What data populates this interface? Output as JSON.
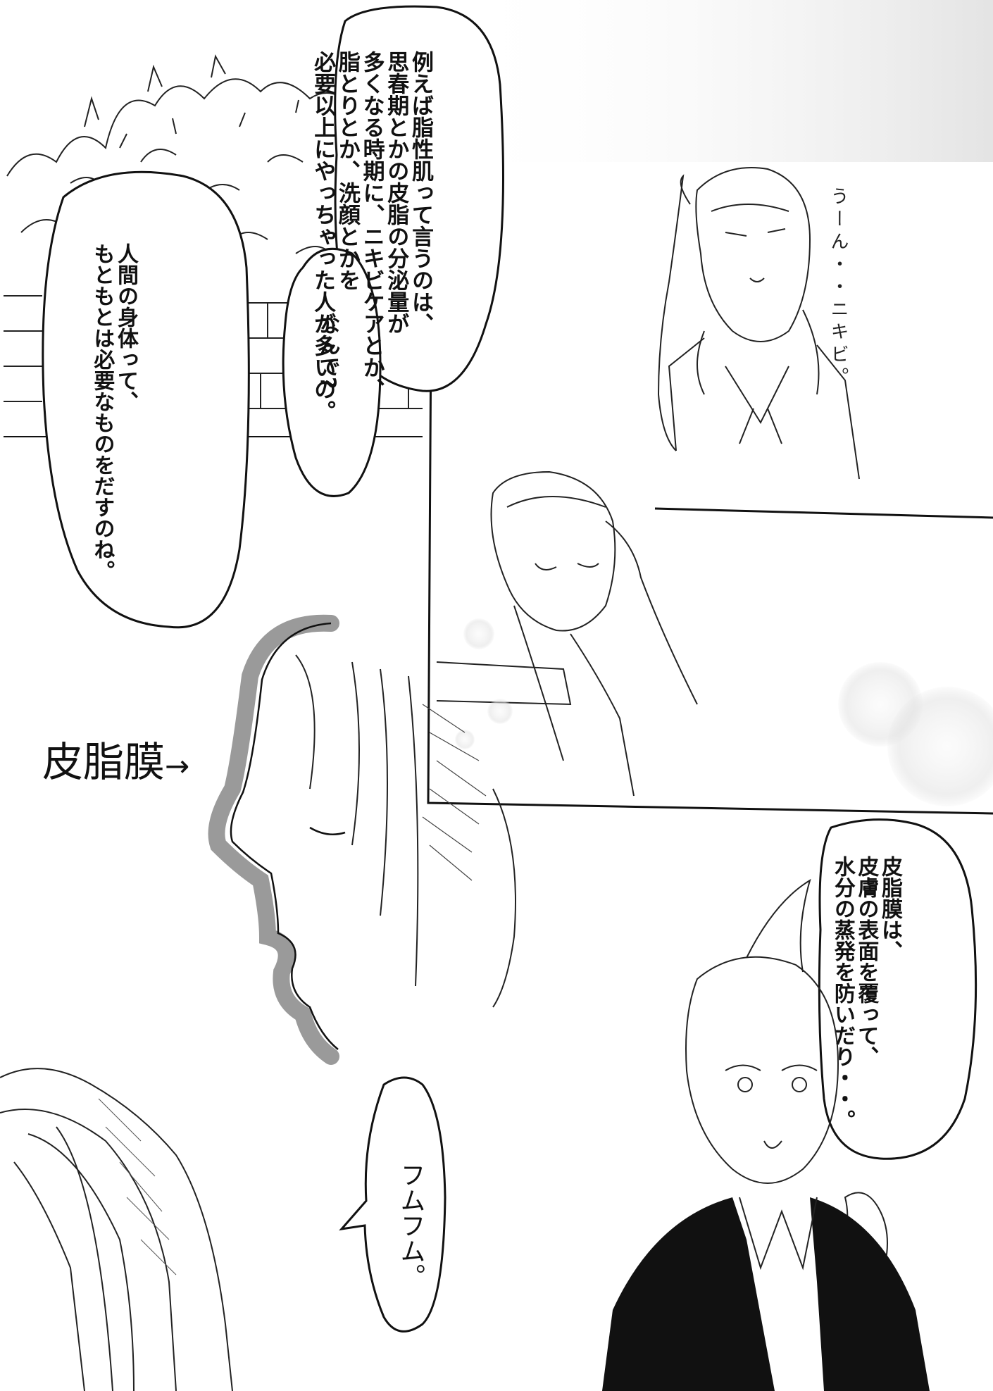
{
  "bubbles": {
    "explanation": "例えば脂性肌って言うのは、\n思春期とかの皮脂の分泌量が\n多くなる時期に、ニキビケアとか、\n脂とりとか、洗顔とかを\n必要以上にやっちゃった人が多いの。",
    "question": "なんで?",
    "body_needs": "人間の身体って、\nもともとは必要なものをだすのね。",
    "membrane": "皮脂膜は、\n皮膚の表面を覆って、\n水分の蒸発を防いだり・・。",
    "nodding": "フムフム。"
  },
  "sfx": {
    "pimple_murmur": "うーん・・ニキビ。"
  },
  "labels": {
    "sebum_membrane": "皮脂膜",
    "arrow": "→"
  }
}
